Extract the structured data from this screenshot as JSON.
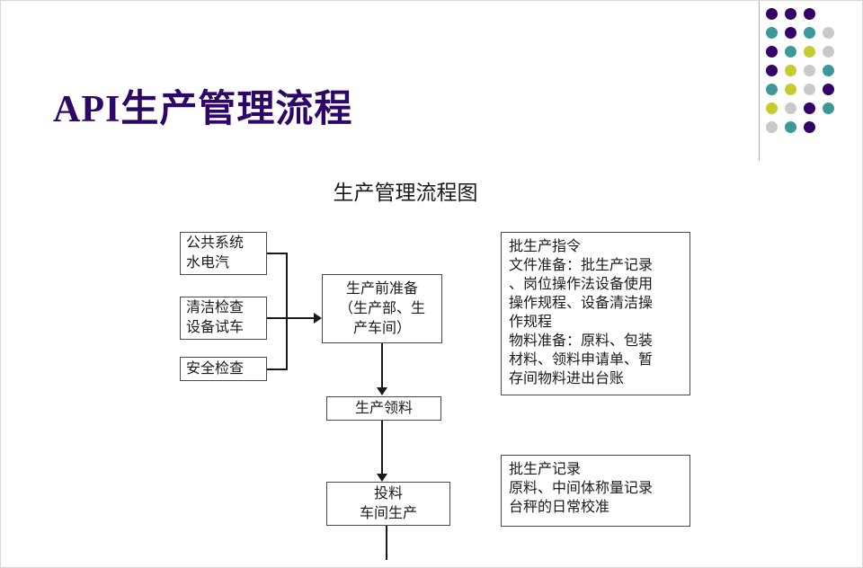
{
  "slide": {
    "title": "API生产管理流程",
    "title_color": "#2E0668"
  },
  "flowchart": {
    "title": "生产管理流程图",
    "nodes": {
      "utilities": "公共系统\n水电汽",
      "cleaning": "清洁检查\n设备试车",
      "safety": "安全检查",
      "pre_production": "生产前准备\n（生产部、生\n产车间）",
      "material_requisition": "生产领料",
      "feeding": "投料\n车间生产"
    },
    "notes": {
      "batch_instruction": "批生产指令\n文件准备：批生产记录\n、岗位操作法设备使用\n操作规程、设备清洁操\n作规程\n物料准备：原料、包装\n材料、领料申请单、暂\n存间物料进出台账",
      "batch_record": "批生产记录\n原料、中间体称量记录\n台秤的日常校准"
    }
  },
  "decoration": {
    "line_color": "#b3b3b3",
    "dot_colors": {
      "purple": "#33006A",
      "teal": "#3D9898",
      "yellow": "#C6CC2F",
      "gray": "#C9C9C9"
    },
    "dot_grid": [
      [
        "purple",
        "purple",
        "purple",
        null
      ],
      [
        "teal",
        "purple",
        "teal",
        "gray"
      ],
      [
        "purple",
        "teal",
        "yellow",
        "gray"
      ],
      [
        "purple",
        "yellow",
        "gray",
        "teal"
      ],
      [
        "teal",
        "yellow",
        "gray",
        "purple"
      ],
      [
        "yellow",
        "gray",
        "purple",
        "teal"
      ],
      [
        "gray",
        "teal",
        "purple",
        null
      ]
    ]
  }
}
